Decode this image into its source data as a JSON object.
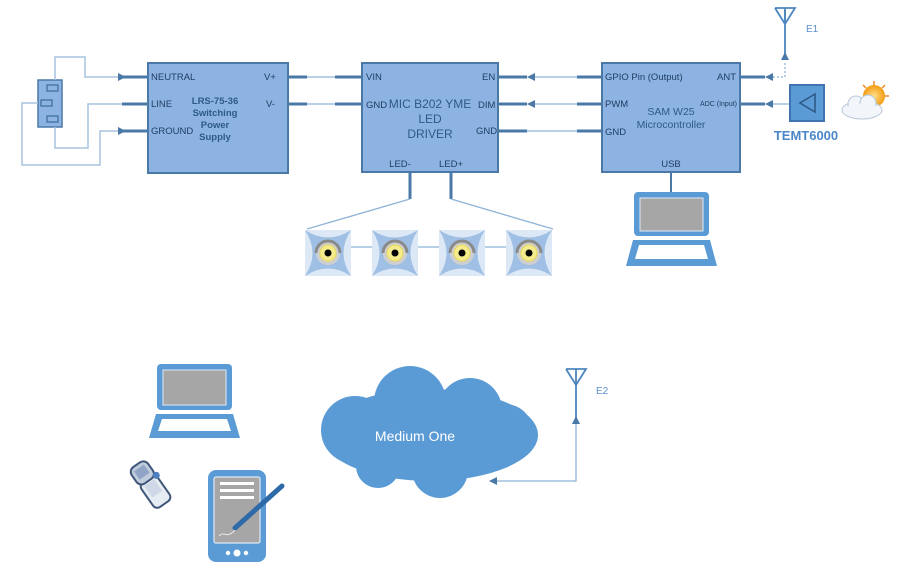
{
  "diagram": {
    "power_supply": {
      "model": "LRS-75-36",
      "line2": "Switching",
      "line3": "Power",
      "line4": "Supply",
      "pins_left": [
        "NEUTRAL",
        "LINE",
        "GROUND"
      ],
      "pins_right": [
        "V+",
        "V-"
      ]
    },
    "led_driver": {
      "title1": "MIC B202 YME",
      "title2": "LED",
      "title3": "DRIVER",
      "pins_left": [
        "VIN",
        "GND"
      ],
      "pins_right": [
        "EN",
        "DIM",
        "GND"
      ],
      "pins_bottom": [
        "LED-",
        "LED+"
      ]
    },
    "microcontroller": {
      "title1": "SAM W25",
      "title2": "Microcontroller",
      "pins_left": [
        "GPIO Pin (Output)",
        "PWM",
        "GND"
      ],
      "pins_right": [
        "ANT",
        "ADC (Input)"
      ],
      "pins_bottom": [
        "USB"
      ]
    },
    "sensor": {
      "label": "TEMT6000",
      "icon": "light-sensor-icon"
    },
    "antennas": [
      {
        "label": "E1"
      },
      {
        "label": "E2"
      }
    ],
    "cloud": {
      "label": "Medium One",
      "icon": "cloud-icon"
    },
    "leds": {
      "count": 4,
      "icon": "led-icon"
    },
    "devices": [
      {
        "name": "laptop-usb",
        "icon": "laptop-icon"
      },
      {
        "name": "laptop-client",
        "icon": "laptop-icon"
      },
      {
        "name": "mobile-phone",
        "icon": "flip-phone-icon"
      },
      {
        "name": "tablet",
        "icon": "tablet-pen-icon"
      },
      {
        "name": "weather",
        "icon": "sun-cloud-icon"
      },
      {
        "name": "mains-outlet",
        "icon": "power-outlet-icon"
      }
    ],
    "colors": {
      "box_fill": "#8db3e2",
      "box_stroke": "#4a79a8",
      "accent": "#5b9bd5",
      "text": "#1f3f63"
    }
  }
}
